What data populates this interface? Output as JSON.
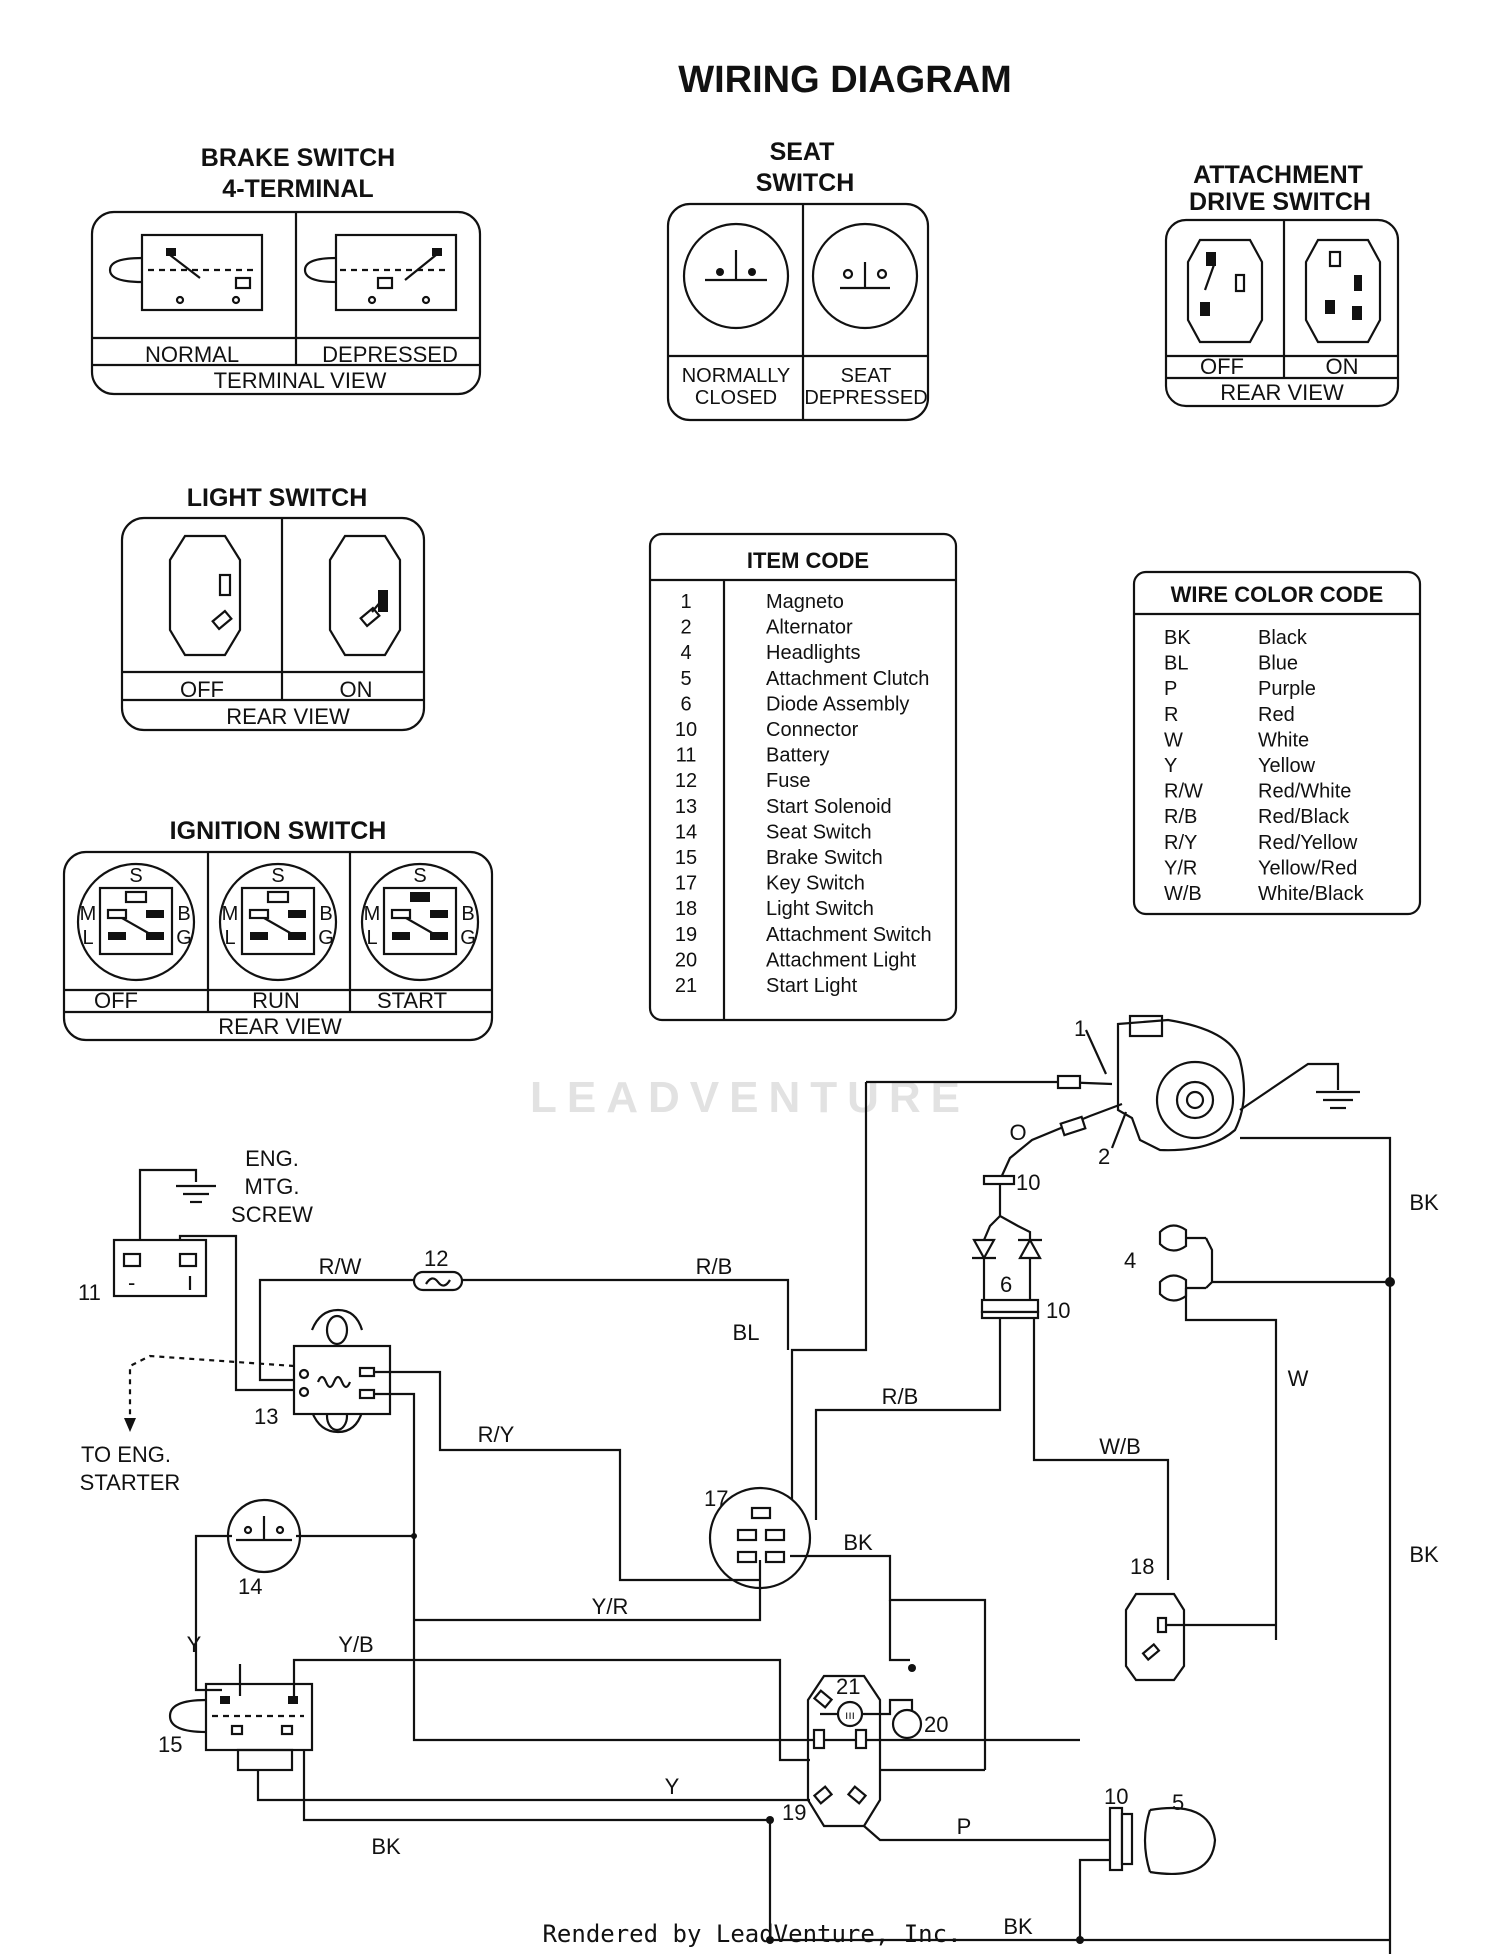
{
  "title": "WIRING DIAGRAM",
  "brake_switch": {
    "title_line1": "BRAKE SWITCH",
    "title_line2": "4-TERMINAL",
    "left": "NORMAL",
    "right": "DEPRESSED",
    "view": "TERMINAL VIEW"
  },
  "seat_switch": {
    "title_line1": "SEAT",
    "title_line2": "SWITCH",
    "left_line1": "NORMALLY",
    "left_line2": "CLOSED",
    "right_line1": "SEAT",
    "right_line2": "DEPRESSED"
  },
  "attachment_switch": {
    "title_line1": "ATTACHMENT",
    "title_line2": "DRIVE SWITCH",
    "left": "OFF",
    "right": "ON",
    "view": "REAR VIEW"
  },
  "light_switch": {
    "title": "LIGHT SWITCH",
    "left": "OFF",
    "right": "ON",
    "view": "REAR VIEW"
  },
  "ignition_switch": {
    "title": "IGNITION SWITCH",
    "states": [
      "OFF",
      "RUN",
      "START"
    ],
    "terminals": [
      "S",
      "M",
      "B",
      "L",
      "G"
    ],
    "view": "REAR VIEW"
  },
  "item_code": {
    "title": "ITEM CODE",
    "rows": [
      {
        "num": "1",
        "name": "Magneto"
      },
      {
        "num": "2",
        "name": "Alternator"
      },
      {
        "num": "4",
        "name": "Headlights"
      },
      {
        "num": "5",
        "name": "Attachment Clutch"
      },
      {
        "num": "6",
        "name": "Diode Assembly"
      },
      {
        "num": "10",
        "name": "Connector"
      },
      {
        "num": "11",
        "name": "Battery"
      },
      {
        "num": "12",
        "name": "Fuse"
      },
      {
        "num": "13",
        "name": "Start Solenoid"
      },
      {
        "num": "14",
        "name": "Seat Switch"
      },
      {
        "num": "15",
        "name": "Brake Switch"
      },
      {
        "num": "17",
        "name": "Key Switch"
      },
      {
        "num": "18",
        "name": "Light Switch"
      },
      {
        "num": "19",
        "name": "Attachment Switch"
      },
      {
        "num": "20",
        "name": "Attachment Light"
      },
      {
        "num": "21",
        "name": "Start Light"
      }
    ]
  },
  "wire_color_code": {
    "title": "WIRE COLOR CODE",
    "rows": [
      {
        "code": "BK",
        "name": "Black"
      },
      {
        "code": "BL",
        "name": "Blue"
      },
      {
        "code": "P",
        "name": "Purple"
      },
      {
        "code": "R",
        "name": "Red"
      },
      {
        "code": "W",
        "name": "White"
      },
      {
        "code": "Y",
        "name": "Yellow"
      },
      {
        "code": "R/W",
        "name": "Red/White"
      },
      {
        "code": "R/B",
        "name": "Red/Black"
      },
      {
        "code": "R/Y",
        "name": "Red/Yellow"
      },
      {
        "code": "Y/R",
        "name": "Yellow/Red"
      },
      {
        "code": "W/B",
        "name": "White/Black"
      }
    ]
  },
  "watermark": "LEADVENTURE",
  "schematic": {
    "eng_mtg_line1": "ENG.",
    "eng_mtg_line2": "MTG.",
    "eng_mtg_line3": "SCREW",
    "to_eng_line1": "TO ENG.",
    "to_eng_line2": "STARTER",
    "wire_labels": {
      "rw": "R/W",
      "rb_top": "R/B",
      "bl": "BL",
      "rb_mid": "R/B",
      "ry": "R/Y",
      "wb": "W/B",
      "bk_right_top": "BK",
      "bk_right_bottom": "BK",
      "w": "W",
      "o": "O",
      "bk_key": "BK",
      "yr": "Y/R",
      "yb": "Y/B",
      "y_left": "Y",
      "y_bottom": "Y",
      "p": "P",
      "bk_bottom_left": "BK",
      "bk_bottom_right": "BK"
    },
    "item_numbers": {
      "n1": "1",
      "n2": "2",
      "n4": "4",
      "n5": "5",
      "n6": "6",
      "n10a": "10",
      "n10b": "10",
      "n10c": "10",
      "n11": "11",
      "n12": "12",
      "n13": "13",
      "n14": "14",
      "n15": "15",
      "n17": "17",
      "n18": "18",
      "n19": "19",
      "n20": "20",
      "n21": "21"
    }
  },
  "footer": "Rendered by LeadVenture, Inc."
}
